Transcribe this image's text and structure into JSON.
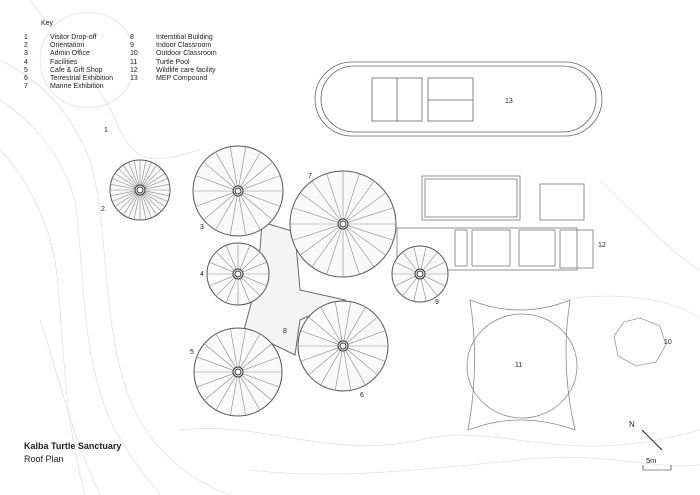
{
  "key": {
    "title": "Key",
    "items": [
      {
        "n": "1",
        "label": "Visitor Drop-off"
      },
      {
        "n": "2",
        "label": "Orientation"
      },
      {
        "n": "3",
        "label": "Admin Office"
      },
      {
        "n": "4",
        "label": "Facilities"
      },
      {
        "n": "5",
        "label": "Cafe & Gift Shop"
      },
      {
        "n": "6",
        "label": "Terrestrial Exhibition"
      },
      {
        "n": "7",
        "label": "Marine Exhibition"
      },
      {
        "n": "8",
        "label": "Interstitial Building"
      },
      {
        "n": "9",
        "label": "Indoor Classroom"
      },
      {
        "n": "10",
        "label": "Outdoor Classroom"
      },
      {
        "n": "11",
        "label": "Turtle Pool"
      },
      {
        "n": "12",
        "label": "Wildlife care facility"
      },
      {
        "n": "13",
        "label": "MEP Compound"
      }
    ]
  },
  "plan_labels": [
    "1",
    "2",
    "3",
    "4",
    "5",
    "6",
    "7",
    "8",
    "9",
    "10",
    "11",
    "12",
    "13"
  ],
  "title": "Kalba Turtle Sanctuary",
  "subtitle": "Roof Plan",
  "north_label": "N",
  "scale_label": "5m",
  "colors": {
    "line": "#555555",
    "contour": "#dddddd"
  }
}
